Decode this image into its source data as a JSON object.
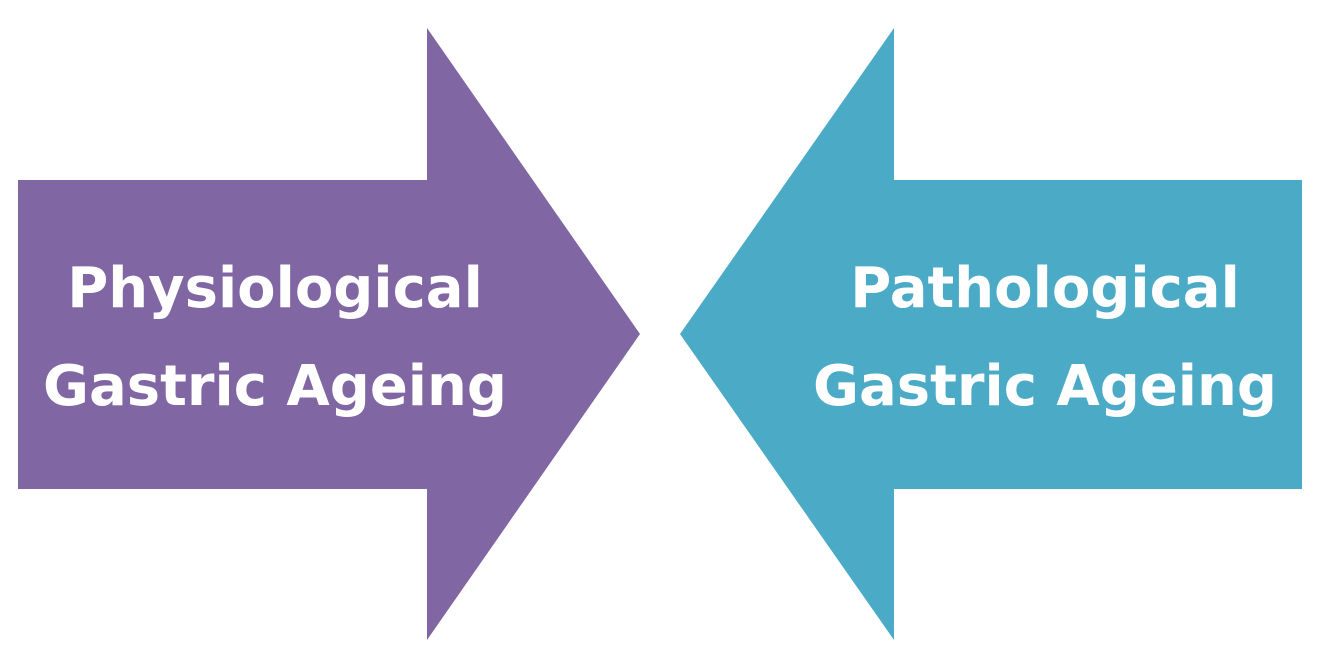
{
  "diagram": {
    "left_arrow": {
      "direction": "right",
      "color": "#8066A2",
      "lines": [
        "Physiological",
        "Gastric Ageing"
      ]
    },
    "right_arrow": {
      "direction": "left",
      "color": "#4BAAC6",
      "lines": [
        "Pathological",
        "Gastric Ageing"
      ]
    },
    "text_color": "#FFFFFF"
  }
}
